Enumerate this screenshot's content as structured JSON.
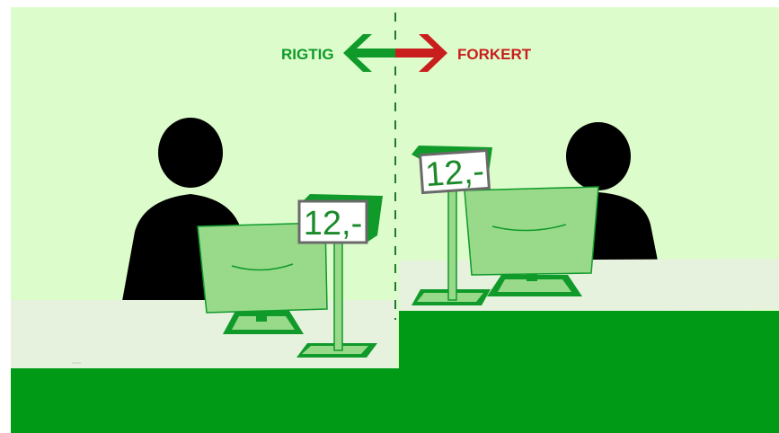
{
  "legend": {
    "left_label": "RIGTIG",
    "right_label": "FORKERT",
    "left_color": "#0f9a2a",
    "right_color": "#c81e1e"
  },
  "left_scene": {
    "price_tag": "12,-"
  },
  "right_scene": {
    "price_tag": "12,-"
  },
  "colors": {
    "background": "#ddfccb",
    "counter_top": "#e6f2de",
    "counter_front": "#009a17",
    "monitor": "#98da8a",
    "figure": "#000000"
  }
}
